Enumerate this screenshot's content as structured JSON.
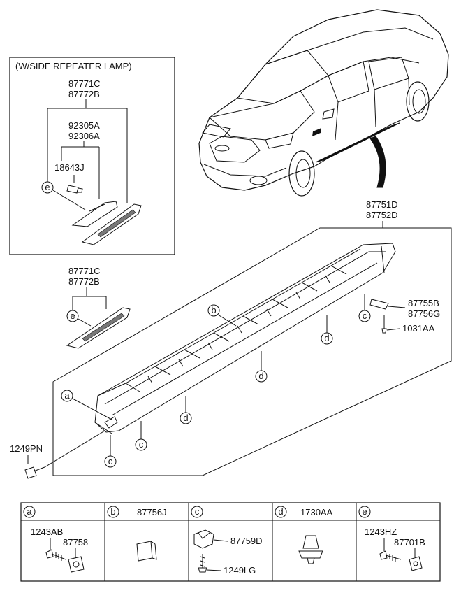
{
  "inset": {
    "title": "(W/SIDE REPEATER LAMP)",
    "part_top_1": "87771C",
    "part_top_2": "87772B",
    "part_mid_1": "92305A",
    "part_mid_2": "92306A",
    "part_bulb": "18643J",
    "ref_e": "e"
  },
  "garnish_no_lamp": {
    "part_1": "87771C",
    "part_2": "87772B",
    "ref_e": "e"
  },
  "sill": {
    "part_1": "87751D",
    "part_2": "87752D",
    "bracket_1": "87755B",
    "bracket_2": "87756G",
    "screw": "1031AA",
    "bolt": "1249PN",
    "refs": {
      "a": "a",
      "b": "b",
      "c": "c",
      "d": "d"
    }
  },
  "legend": {
    "cells": [
      {
        "ref": "a",
        "title": "",
        "parts": [
          "1243AB",
          "87758"
        ]
      },
      {
        "ref": "b",
        "title": "87756J",
        "parts": []
      },
      {
        "ref": "c",
        "title": "",
        "parts": [
          "87759D",
          "1249LG"
        ]
      },
      {
        "ref": "d",
        "title": "1730AA",
        "parts": []
      },
      {
        "ref": "e",
        "title": "",
        "parts": [
          "1243HZ",
          "87701B"
        ]
      }
    ]
  }
}
